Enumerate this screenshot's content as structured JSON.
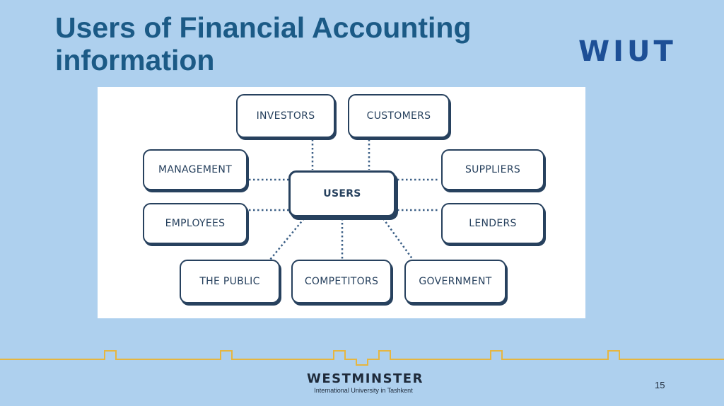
{
  "slide": {
    "title_lines": [
      "Users of Financial Accounting",
      "information"
    ],
    "logo_text": "WIUT",
    "page_number": "15"
  },
  "diagram": {
    "center": "USERS",
    "nodes": {
      "investors": "INVESTORS",
      "customers": "CUSTOMERS",
      "management": "MANAGEMENT",
      "suppliers": "SUPPLIERS",
      "employees": "EMPLOYEES",
      "lenders": "LENDERS",
      "the_public": "THE PUBLIC",
      "competitors": "COMPETITORS",
      "government": "GOVERNMENT"
    }
  },
  "footer": {
    "brand_name": "WESTMINSTER",
    "brand_subtitle": "International University in Tashkent"
  },
  "colors": {
    "background": "#aed0ee",
    "title": "#1b5a86",
    "logo": "#1d4f96",
    "node_border": "#27415e",
    "footer_line": "#e6b640"
  }
}
